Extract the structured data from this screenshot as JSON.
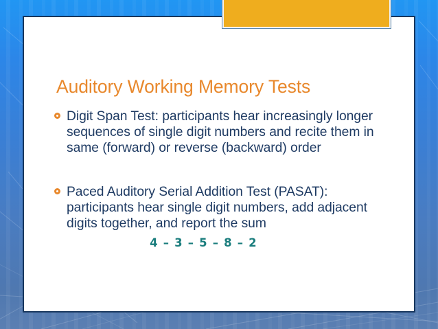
{
  "slide": {
    "title": "Auditory Working Memory Tests",
    "bullets": [
      {
        "marker": "ring-bullet",
        "text": "Digit Span Test:  participants hear increasingly longer sequences of single digit numbers and recite them in same (forward) or reverse (backward) order"
      },
      {
        "marker": "ring-bullet",
        "text": "Paced Auditory Serial Addition Test (PASAT): participants hear single digit numbers, add adjacent digits together, and report the sum"
      }
    ],
    "digit_sequence": "4 – 3 – 5 – 8 – 2",
    "colors": {
      "title": "#e8882c",
      "body_text": "#1f3b63",
      "bullet_marker": "#e8882c",
      "digit_sequence": "#1a7d7d",
      "banner": "#efad1e",
      "panel_border": "#17365d",
      "background_top": "#2196f3",
      "background_bottom": "#5b7fb2"
    }
  }
}
